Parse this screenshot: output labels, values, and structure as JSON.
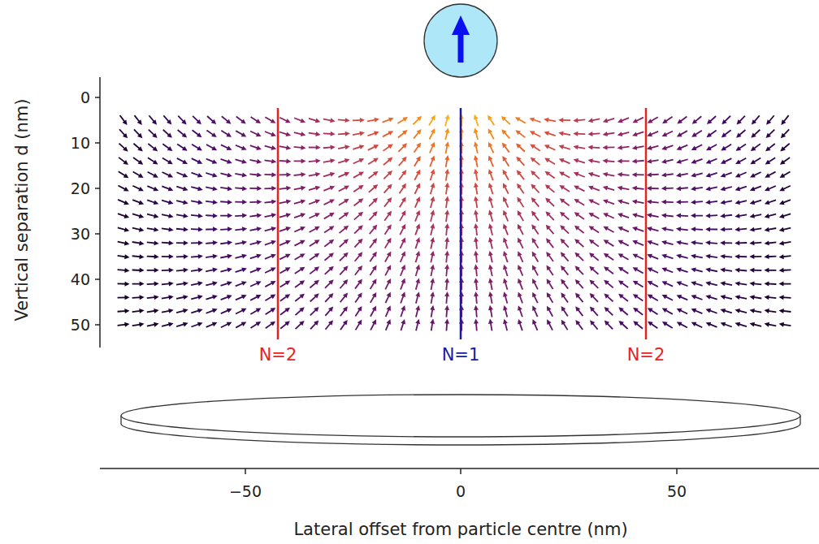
{
  "diagram": {
    "labels": [
      "Vertical separation d (nm)",
      "0",
      "10",
      "20",
      "30",
      "40",
      "50",
      "N=2",
      "N=1",
      "N=2",
      "−50",
      "0",
      "50",
      "Lateral offset from particle centre (nm)"
    ]
  }
}
